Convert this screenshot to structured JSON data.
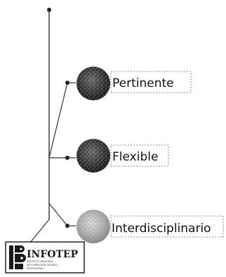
{
  "diagram": {
    "items": [
      {
        "label": "Pertinente"
      },
      {
        "label": "Flexible"
      },
      {
        "label": "Interdisciplinario"
      }
    ]
  },
  "logo": {
    "wordmark": "INFOTEP",
    "tagline_line1": "INSTITUTO NACIONAL",
    "tagline_line2": "DE FORMACION TECNICO",
    "tagline_line3": "PROFESIONAL"
  }
}
